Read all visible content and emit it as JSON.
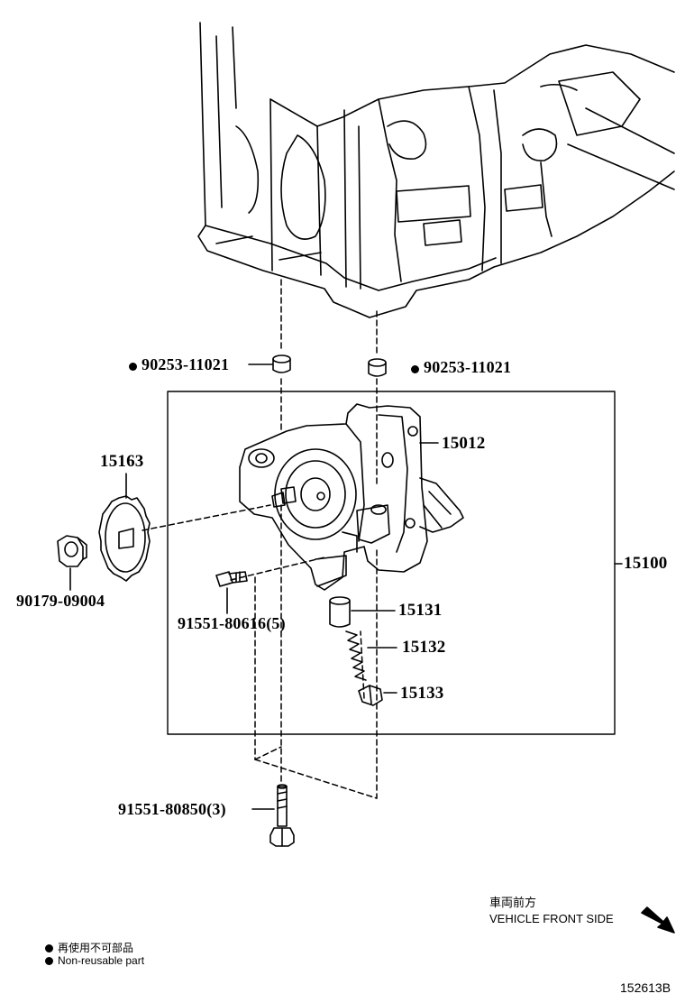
{
  "parts": {
    "dowel_left": {
      "number": "90253-11021",
      "non_reusable": true
    },
    "dowel_right": {
      "number": "90253-11021",
      "non_reusable": true
    },
    "pump_body": {
      "number": "15012"
    },
    "sprocket": {
      "number": "15163"
    },
    "nut": {
      "number": "90179-09004"
    },
    "assembly": {
      "number": "15100"
    },
    "small_bolt": {
      "number": "91551-80616",
      "qty": "(5)"
    },
    "relief_valve": {
      "number": "15131"
    },
    "spring": {
      "number": "15132"
    },
    "plug": {
      "number": "15133"
    },
    "long_bolt": {
      "number": "91551-80850",
      "qty": "(3)"
    }
  },
  "legend": {
    "non_reusable_jp": "再使用不可部品",
    "non_reusable_en": "Non-reusable part"
  },
  "front_indicator": {
    "jp": "車両前方",
    "en": "VEHICLE FRONT SIDE",
    "arrow_icon": "arrow-down-right"
  },
  "illustration_id": "152613B"
}
